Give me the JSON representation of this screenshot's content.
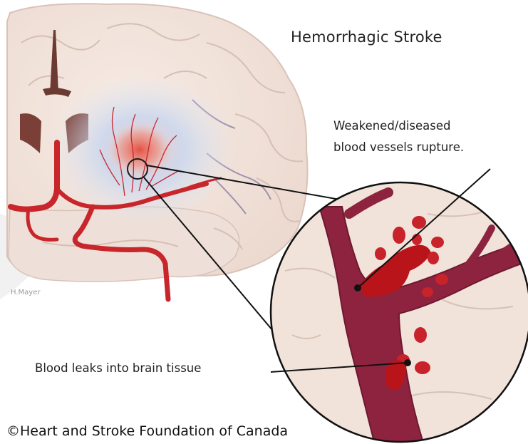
{
  "title": "Hemorrhagic Stroke",
  "annotations": {
    "rupture_line1": "Weakened/diseased",
    "rupture_line2": "blood vessels rupture.",
    "leak": "Blood leaks into brain tissue"
  },
  "artist_signature": "H.Mayer",
  "copyright": "©Heart and Stroke Foundation of Canada",
  "colors": {
    "brain_tissue": "#f3e6de",
    "brain_outline": "#d8c3b9",
    "artery": "#c8262b",
    "vessel_dark": "#8e2340",
    "blood": "#b8141a",
    "ventricle": "#6b3a32",
    "halo": "#c9d6ee"
  }
}
